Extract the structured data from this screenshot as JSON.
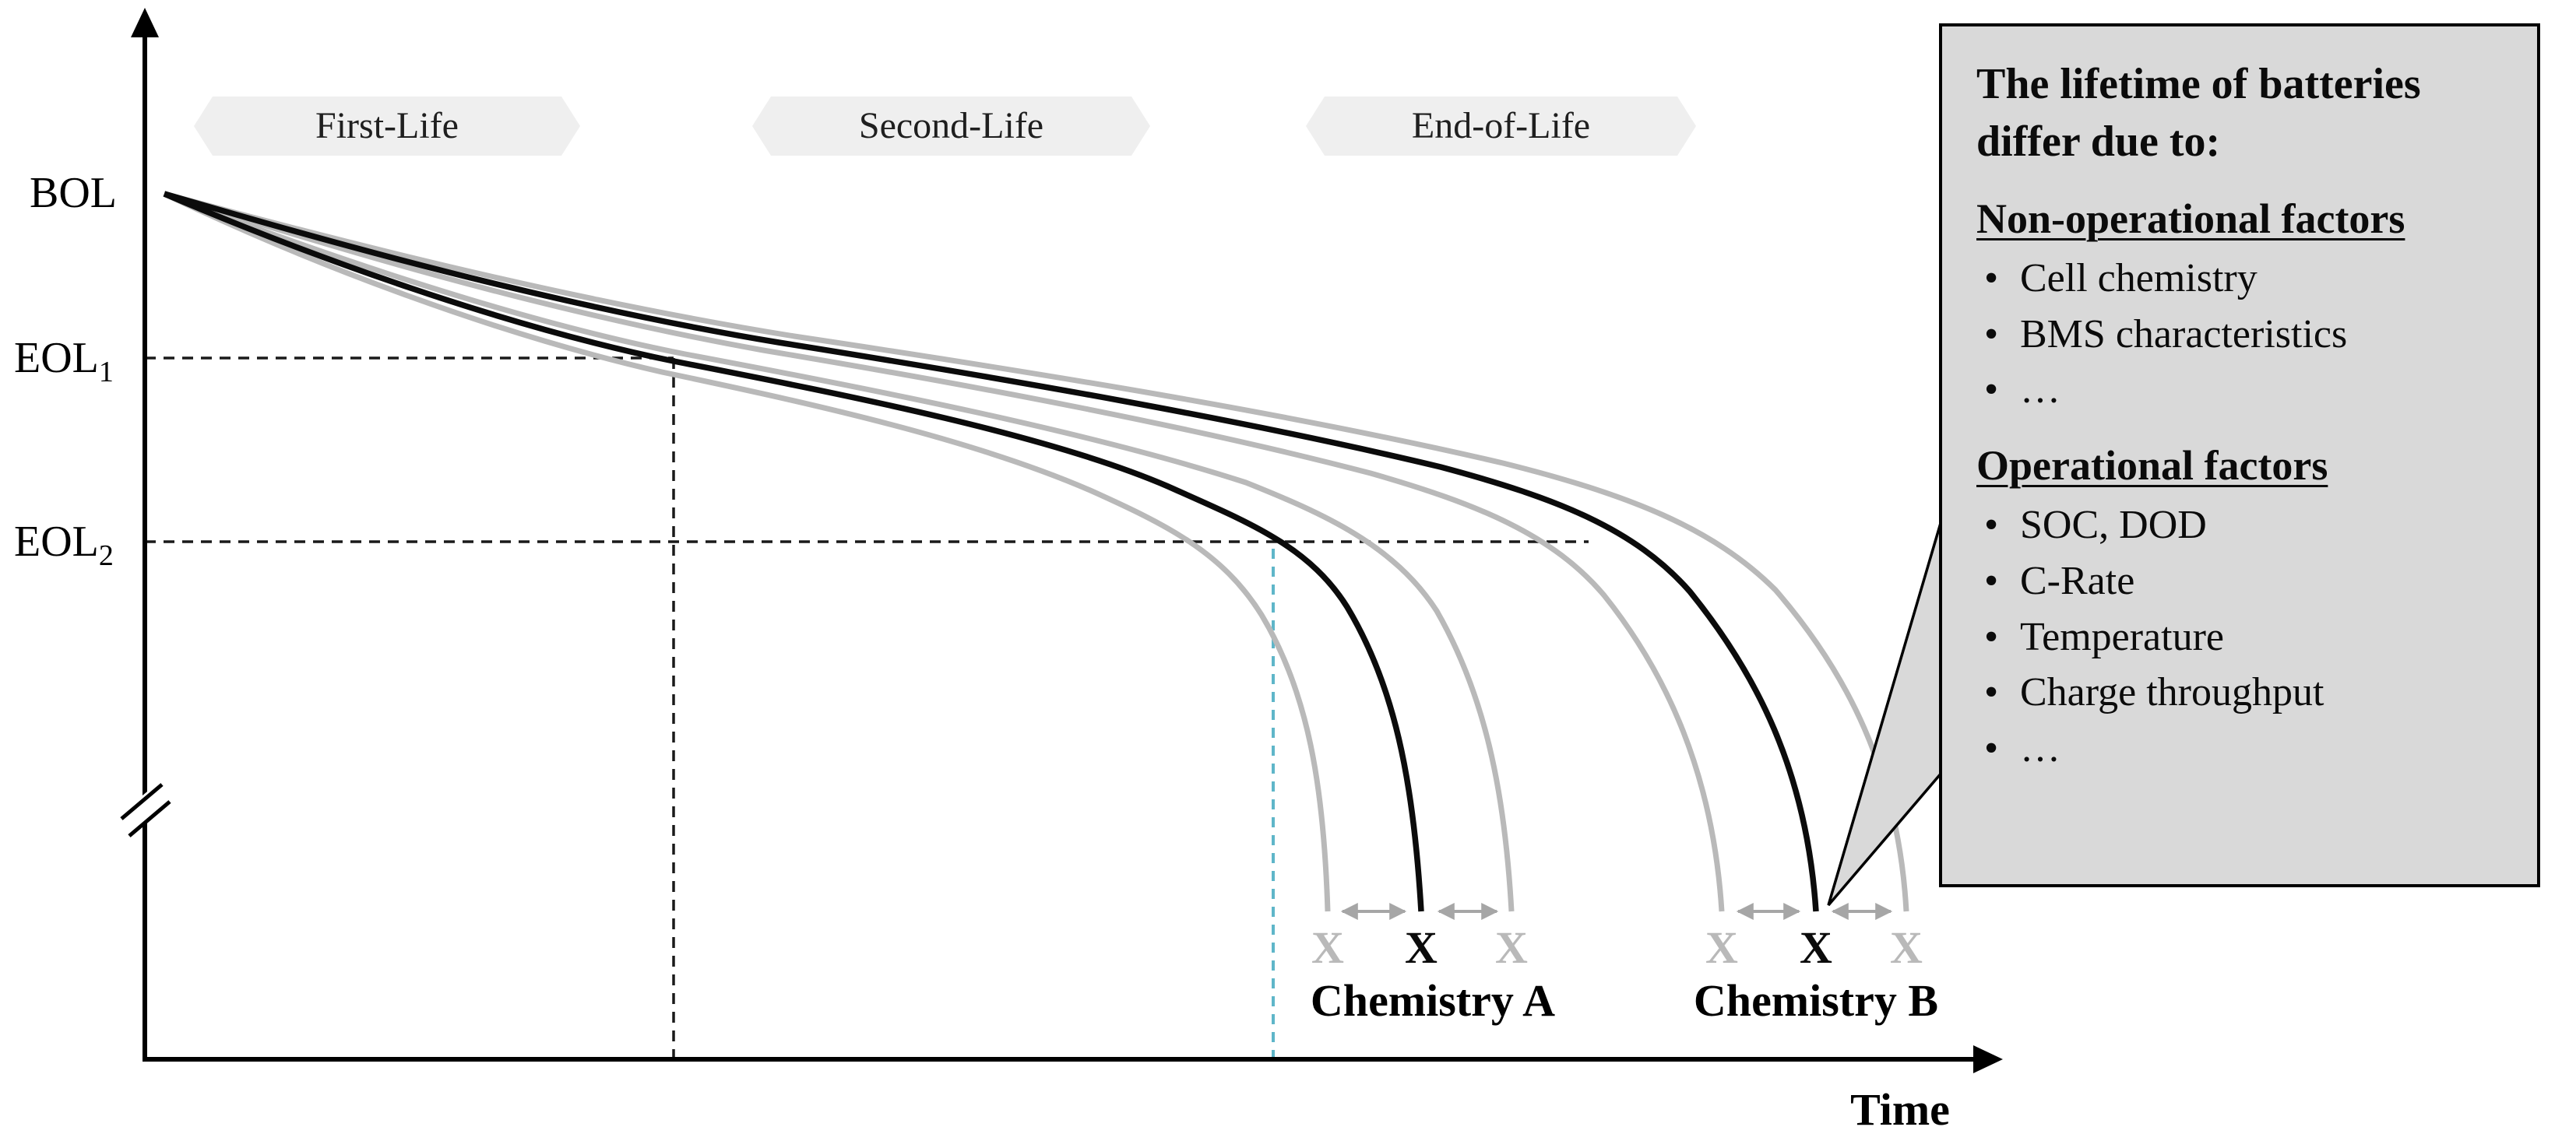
{
  "figure": {
    "y_axis": {
      "bol": "BOL",
      "eol1": {
        "base": "EOL",
        "sub": "1"
      },
      "eol2": {
        "base": "EOL",
        "sub": "2"
      }
    },
    "x_axis": {
      "label": "Time"
    },
    "phases": [
      {
        "label": "First-Life"
      },
      {
        "label": "Second-Life"
      },
      {
        "label": "End-of-Life"
      }
    ],
    "chemistries": [
      {
        "label": "Chemistry A",
        "marker_left": "X",
        "marker_mid": "X",
        "marker_right": "X"
      },
      {
        "label": "Chemistry B",
        "marker_left": "X",
        "marker_mid": "X",
        "marker_right": "X"
      }
    ],
    "callout": {
      "title": "The lifetime of batteries differ due to:",
      "sections": [
        {
          "heading": "Non-operational factors",
          "items": [
            "Cell chemistry",
            "BMS characteristics",
            "…"
          ]
        },
        {
          "heading": "Operational factors",
          "items": [
            "SOC, DOD",
            "C-Rate",
            "Temperature",
            "Charge throughput",
            "…"
          ]
        }
      ]
    },
    "colors": {
      "curve_black": "#0b0b0b",
      "curve_gray": "#b9b9b9",
      "dashed_black": "#1a1a1a",
      "dashed_teal": "#5fb6c9",
      "banner_bg": "#efefef",
      "callout_bg": "#d9d9d9"
    }
  }
}
